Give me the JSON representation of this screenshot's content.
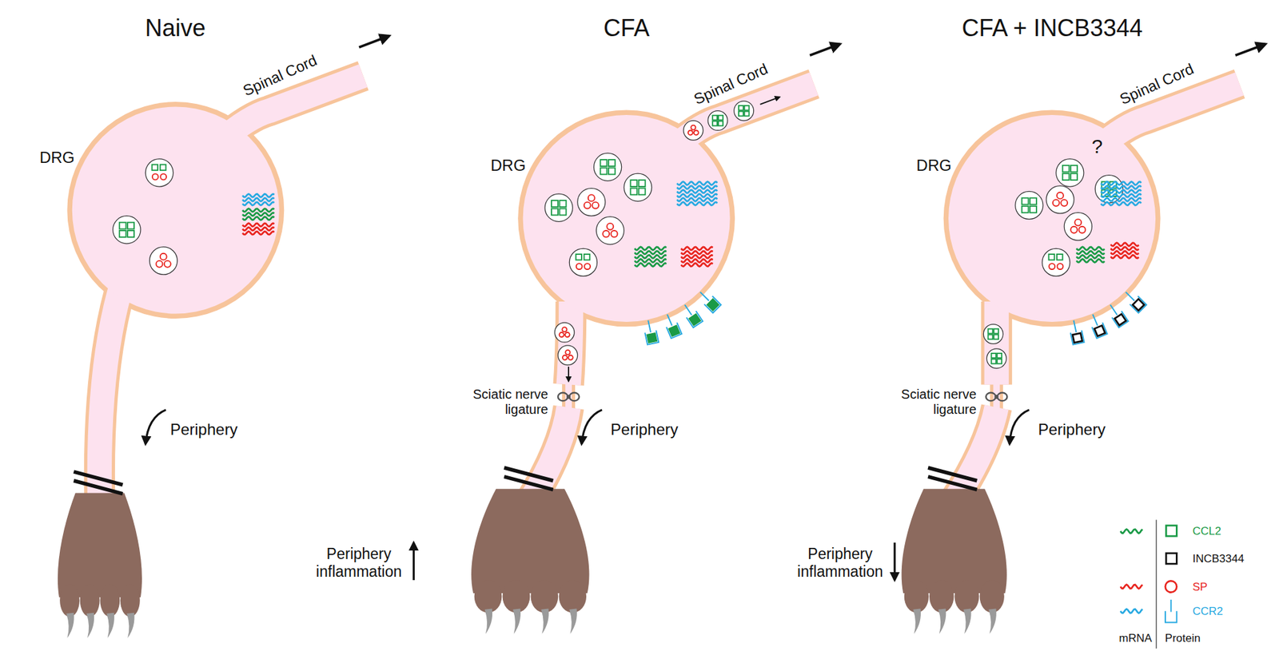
{
  "diagram": {
    "labels": [
      "Naive",
      "CFA",
      "CFA + INCB3344",
      "Spinal Cord",
      "DRG",
      "Periphery",
      "Spinal Cord",
      "DRG",
      "Sciatic nerve ligature",
      "Periphery",
      "Periphery inflammation",
      "Spinal Cord",
      "DRG",
      "?",
      "Sciatic nerve ligature",
      "Periphery",
      "Periphery inflammation",
      "mRNA",
      "Protein"
    ],
    "legend": [
      {
        "text": "CCL2"
      },
      {
        "text": "INCB3344"
      },
      {
        "text": "SP"
      },
      {
        "text": "CCR2"
      }
    ]
  }
}
